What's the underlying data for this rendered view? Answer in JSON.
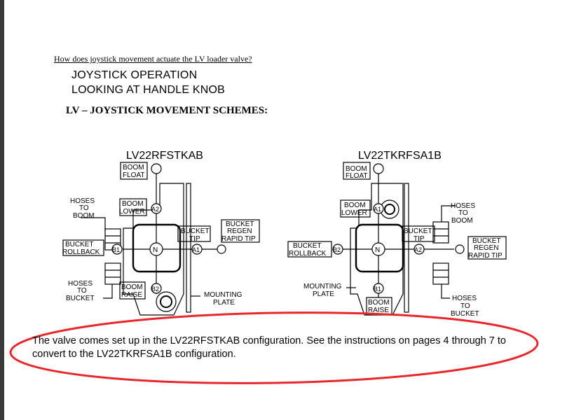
{
  "question": "How does joystick movement actuate the LV loader valve?",
  "heading_line1": "JOYSTICK OPERATION",
  "heading_line2": "LOOKING AT HANDLE KNOB",
  "subheading": "LV – JOYSTICK MOVEMENT SCHEMES:",
  "left": {
    "model": "LV22RFSTKAB",
    "boom_float": [
      "BOOM",
      "FLOAT"
    ],
    "boom_lower": [
      "BOOM",
      "LOWER"
    ],
    "hoses_to_boom": [
      "HOSES",
      "TO",
      "BOOM"
    ],
    "bucket_rollback": [
      "BUCKET",
      "ROLLBACK"
    ],
    "bucket_tip": [
      "BUCKET",
      "TIP"
    ],
    "bucket_regen": [
      "BUCKET",
      "REGEN",
      "RAPID TIP"
    ],
    "hoses_to_bucket": [
      "HOSES",
      "TO",
      "BUCKET"
    ],
    "boom_raise": [
      "BOOM",
      "RAISE"
    ],
    "mounting_plate": [
      "MOUNTING",
      "PLATE"
    ],
    "port_a2": "A2",
    "port_b1": "B1",
    "port_a1": "A1",
    "port_b2": "B2",
    "neutral": "N"
  },
  "right": {
    "model": "LV22TKRFSA1B",
    "boom_float": [
      "BOOM",
      "FLOAT"
    ],
    "boom_lower": [
      "BOOM",
      "LOWER"
    ],
    "hoses_to_boom": [
      "HOSES",
      "TO",
      "BOOM"
    ],
    "bucket_rollback": [
      "BUCKET",
      "ROLLBACK"
    ],
    "bucket_tip": [
      "BUCKET",
      "TIP"
    ],
    "bucket_regen": [
      "BUCKET",
      "REGEN",
      "RAPID TIP"
    ],
    "hoses_to_bucket": [
      "HOSES",
      "TO",
      "BUCKET"
    ],
    "boom_raise": [
      "BOOM",
      "RAISE"
    ],
    "mounting_plate": [
      "MOUNTING",
      "PLATE"
    ],
    "port_a1": "A1",
    "port_b2": "B2",
    "port_a2": "A2",
    "port_b1": "B1",
    "neutral": "N"
  },
  "note": "The valve comes set up in the LV22RFSTKAB configuration.  See the instructions on pages 4 through 7 to convert to the LV22TKRFSA1B configuration.",
  "colors": {
    "highlight_ellipse": "#e8262b",
    "text": "#000000"
  }
}
